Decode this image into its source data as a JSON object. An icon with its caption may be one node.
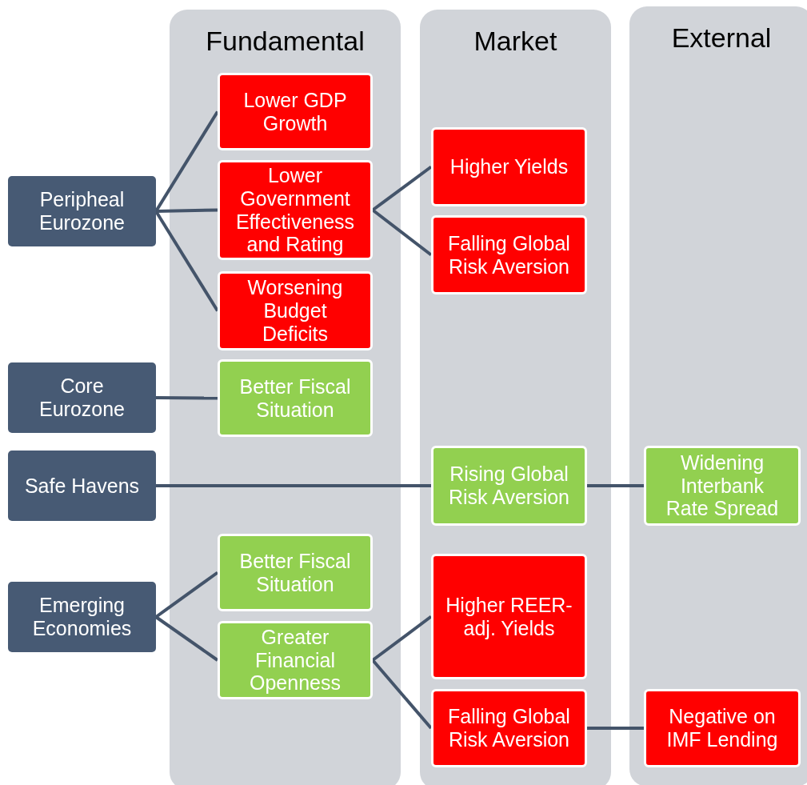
{
  "diagram": {
    "nodes": [
      {
        "text": [
          "Fundamental"
        ]
      },
      {
        "text": [
          "Market"
        ]
      },
      {
        "text": [
          "External"
        ]
      },
      {
        "text": [
          "Peripheal Eurozone"
        ]
      },
      {
        "text": [
          "Core Eurozone"
        ]
      },
      {
        "text": [
          "Safe Havens"
        ]
      },
      {
        "text": [
          "Emerging Economies"
        ]
      },
      {
        "text": [
          "Lower GDP Growth"
        ],
        "in": 0
      },
      {
        "text": [
          "Lower Government Effectiveness and Rating"
        ],
        "in": 0
      },
      {
        "text": [
          "Worsening Budget Deficits"
        ],
        "in": 0
      },
      {
        "text": [
          "Better Fiscal Situation"
        ],
        "in": 0
      },
      {
        "text": [
          "Better Fiscal Situation"
        ],
        "in": 0
      },
      {
        "text": [
          "Greater Financial Openness"
        ],
        "in": 0
      },
      {
        "text": [
          "Higher Yields"
        ],
        "in": 1
      },
      {
        "text": [
          "Falling Global Risk Aversion"
        ],
        "in": 1
      },
      {
        "text": [
          "Rising Global Risk Aversion"
        ],
        "in": 1
      },
      {
        "text": [
          "Higher REER-adj. Yields"
        ],
        "in": 1
      },
      {
        "text": [
          "Falling Global Risk Aversion"
        ],
        "in": 1
      },
      {
        "text": [
          "Widening Interbank Rate Spread"
        ],
        "in": 2
      },
      {
        "text": [
          "Negative on IMF Lending"
        ],
        "in": 2
      }
    ],
    "edges": [
      {
        "from": 3,
        "to": 7,
        "arrow": "none"
      },
      {
        "from": 3,
        "to": 8,
        "arrow": "none"
      },
      {
        "from": 3,
        "to": 9,
        "arrow": "none"
      },
      {
        "from": 8,
        "to": 13,
        "arrow": "none"
      },
      {
        "from": 8,
        "to": 14,
        "arrow": "none"
      },
      {
        "from": 4,
        "to": 10,
        "arrow": "none"
      },
      {
        "from": 5,
        "to": 15,
        "arrow": "none"
      },
      {
        "from": 15,
        "to": 18,
        "arrow": "none"
      },
      {
        "from": 6,
        "to": 11,
        "arrow": "none"
      },
      {
        "from": 6,
        "to": 12,
        "arrow": "none"
      },
      {
        "from": 12,
        "to": 16,
        "arrow": "none"
      },
      {
        "from": 12,
        "to": 17,
        "arrow": "none"
      },
      {
        "from": 17,
        "to": 19,
        "arrow": "none"
      }
    ]
  }
}
